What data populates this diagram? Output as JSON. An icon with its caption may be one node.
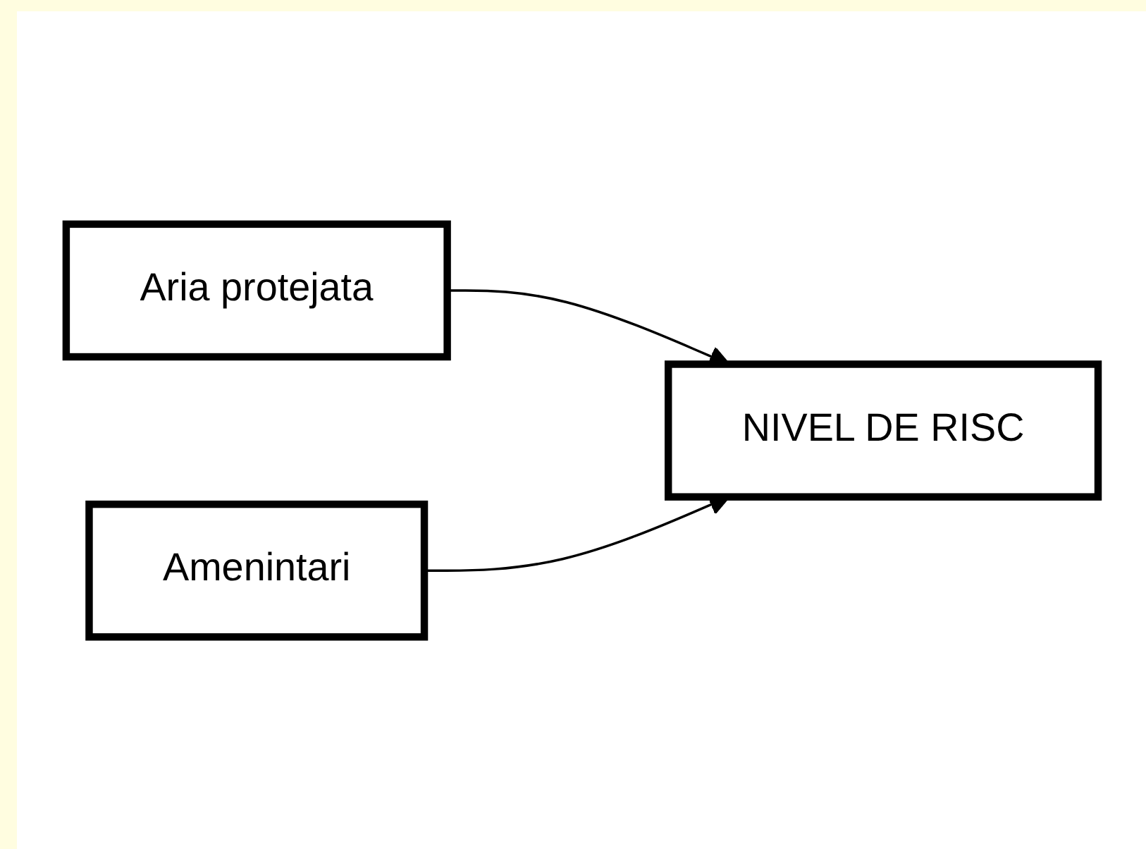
{
  "diagram": {
    "nodes": [
      {
        "text": [
          "Aria protejata"
        ]
      },
      {
        "text": [
          "NIVEL DE RISC"
        ]
      },
      {
        "text": [
          "Amenintari"
        ]
      }
    ],
    "edges": [
      {
        "from": 0,
        "to": 1,
        "arrow": "to"
      },
      {
        "from": 2,
        "to": 1,
        "arrow": "to"
      }
    ]
  }
}
